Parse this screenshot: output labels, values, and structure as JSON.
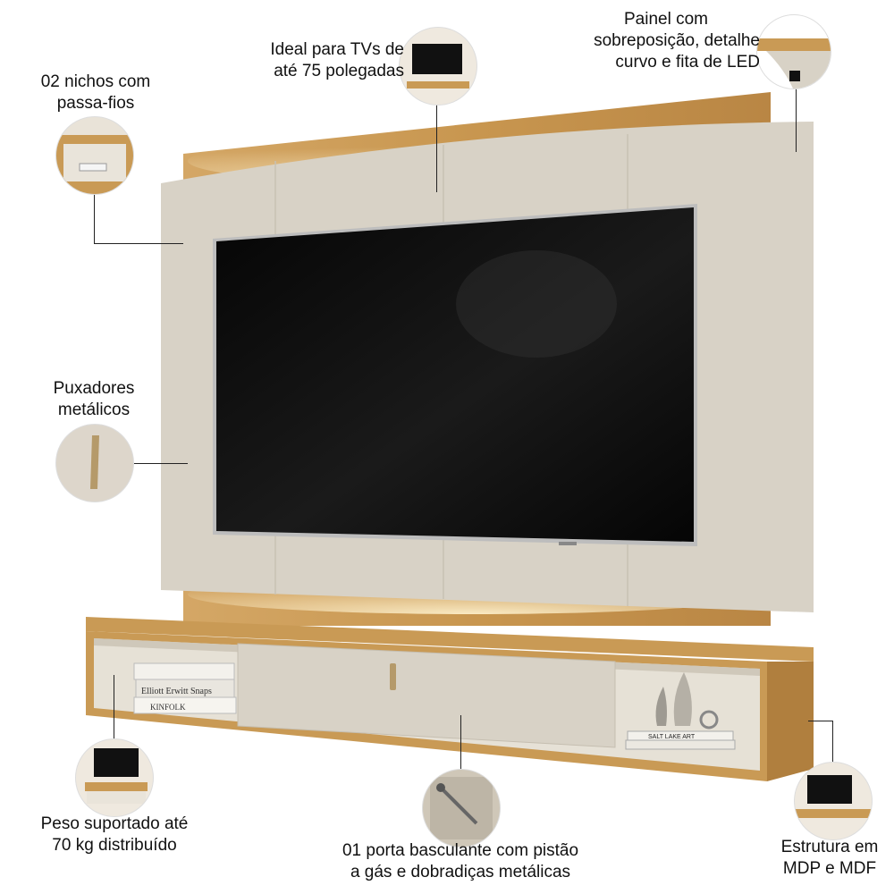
{
  "callouts": {
    "niches": {
      "line1": "02 nichos com",
      "line2": "passa-fios"
    },
    "tv_size": {
      "line1": "Ideal para TVs de",
      "line2": "até 75 polegadas"
    },
    "panel": {
      "line1": "Painel com",
      "line2": "sobreposição, detalhe",
      "line3": "curvo e fita de LED"
    },
    "handles": {
      "line1": "Puxadores",
      "line2": "metálicos"
    },
    "weight": {
      "line1": "Peso suportado até",
      "line2": "70 kg distribuído"
    },
    "door": {
      "line1": "01 porta basculante com pistão",
      "line2": "a gás e dobradiças metálicas"
    },
    "structure": {
      "line1": "Estrutura em",
      "line2": "MDP e MDF"
    }
  },
  "books": {
    "book1": "Elliott Erwitt Snaps",
    "book2": "KINFOLK",
    "book3": "SALT LAKE ART"
  },
  "colors": {
    "wood": "#c99a55",
    "panel": "#d8d2c6",
    "tv": "#0b0b0b",
    "led": "#f3d9a0",
    "text": "#111111"
  }
}
